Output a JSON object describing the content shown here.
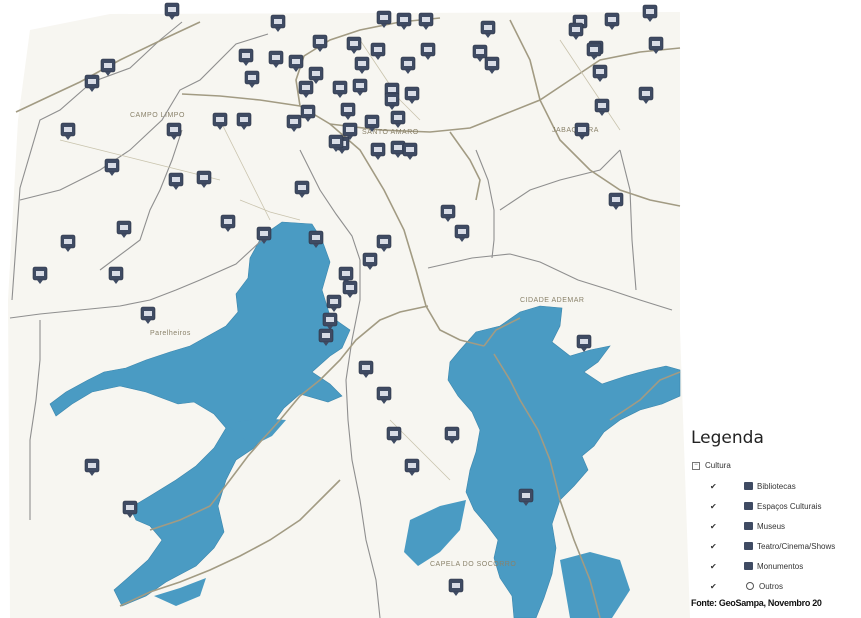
{
  "map": {
    "region_labels": [
      "CAMPO LIMPO",
      "SANTO AMARO",
      "JABAQUARA",
      "CIDADE ADEMAR",
      "Parelheiros",
      "CAPELA DO SOCORRO"
    ],
    "colors": {
      "land": "#f7f6f1",
      "water": "#4a9bc3",
      "roads": "#a29b83",
      "boundaries": "#8f8f8f",
      "marker": "#3f4b63"
    },
    "marker_icon": "building-icon"
  },
  "legend": {
    "title": "Legenda",
    "group": "Cultura",
    "items": [
      {
        "label": "Bibliotecas",
        "icon": "library-icon"
      },
      {
        "label": "Espaços Culturais",
        "icon": "cultural-space-icon"
      },
      {
        "label": "Museus",
        "icon": "museum-icon"
      },
      {
        "label": "Teatro/Cinema/Shows",
        "icon": "theater-icon"
      },
      {
        "label": "Monumentos",
        "icon": "monument-icon"
      },
      {
        "label": "Outros",
        "icon": "other-icon"
      }
    ],
    "source": "Fonte: GeoSampa, Novembro 20"
  }
}
